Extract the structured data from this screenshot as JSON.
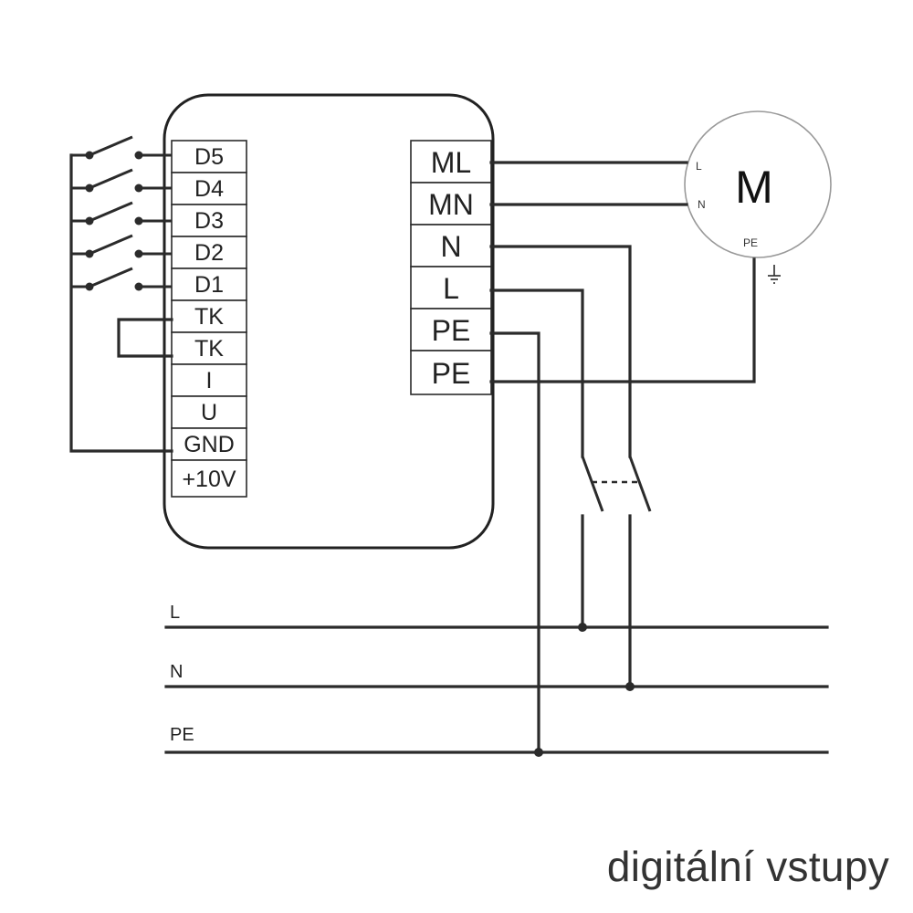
{
  "left_terminals": [
    "D5",
    "D4",
    "D3",
    "D2",
    "D1",
    "TK",
    "TK",
    "I",
    "U",
    "GND",
    "+10V"
  ],
  "right_terminals": [
    "ML",
    "MN",
    "N",
    "L",
    "PE",
    "PE"
  ],
  "motor": {
    "symbol": "M",
    "terminal_l": "L",
    "terminal_n": "N",
    "terminal_pe": "PE"
  },
  "bus_lines": [
    "L",
    "N",
    "PE"
  ],
  "caption": "digitální vstupy"
}
